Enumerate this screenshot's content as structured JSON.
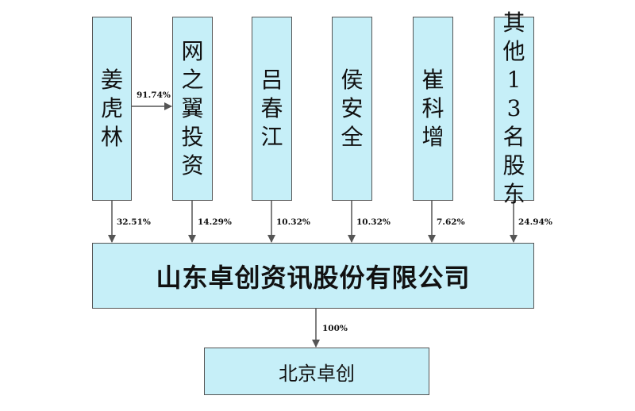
{
  "shareholders": [
    {
      "id": "jiang",
      "name": "姜虎林",
      "stake": "32.51%"
    },
    {
      "id": "wangzhiyi",
      "name": "网之翼投资",
      "stake": "14.29%"
    },
    {
      "id": "lv",
      "name": "吕春江",
      "stake": "10.32%"
    },
    {
      "id": "hou",
      "name": "侯安全",
      "stake": "10.32%"
    },
    {
      "id": "cui",
      "name": "崔科增",
      "stake": "7.62%"
    },
    {
      "id": "others",
      "name": "其他13名股东",
      "stake": "24.94%"
    }
  ],
  "cross_link": {
    "from": "姜虎林",
    "to": "网之翼投资",
    "stake": "91.74%"
  },
  "company": {
    "name": "山东卓创资讯股份有限公司"
  },
  "subsidiary": {
    "name": "北京卓创",
    "stake": "100%"
  },
  "colors": {
    "box_fill": "#c6eff8",
    "border": "#555555",
    "line": "#555555"
  }
}
